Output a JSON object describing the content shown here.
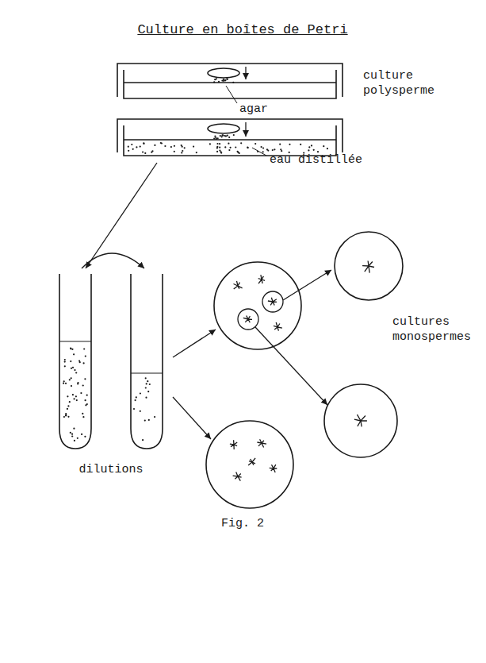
{
  "diagram": {
    "title": "Culture en boîtes de Petri",
    "caption": "Fig. 2",
    "labels": [
      "culture polysperme",
      "agar",
      "eau distillée",
      "dilutions",
      "cultures monospermes"
    ]
  }
}
